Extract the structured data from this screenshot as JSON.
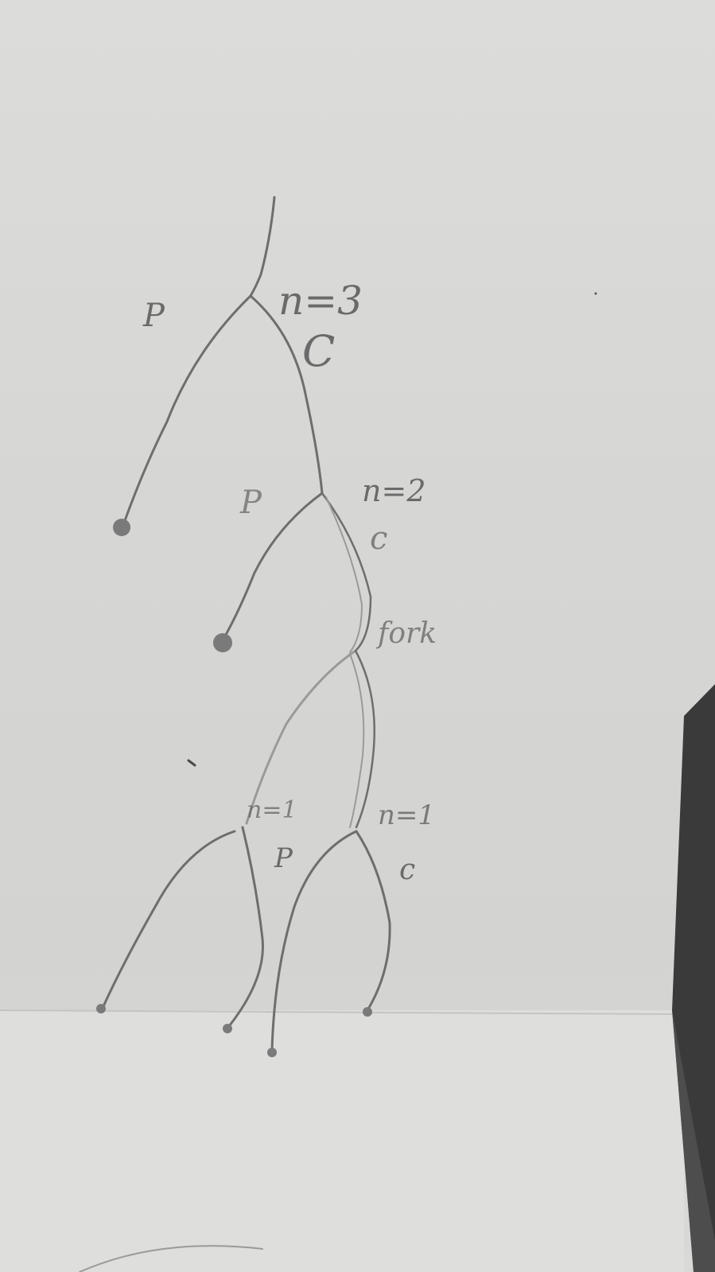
{
  "diagram": {
    "root": {
      "n_label": "n=3",
      "left_edge_label": "P",
      "right_edge_label": "C"
    },
    "level2": {
      "n_label": "n=2",
      "left_edge_label": "P",
      "right_edge_label": "c"
    },
    "fork_label": "fork",
    "level1_left": {
      "n_label": "n=1"
    },
    "level1_right": {
      "n_label": "n=1",
      "left_edge_label": "P",
      "right_edge_label": "c"
    }
  },
  "colors": {
    "pencil": "#6e6e6e",
    "paper": "#d8d8d6",
    "table": "#3a3a3a"
  }
}
